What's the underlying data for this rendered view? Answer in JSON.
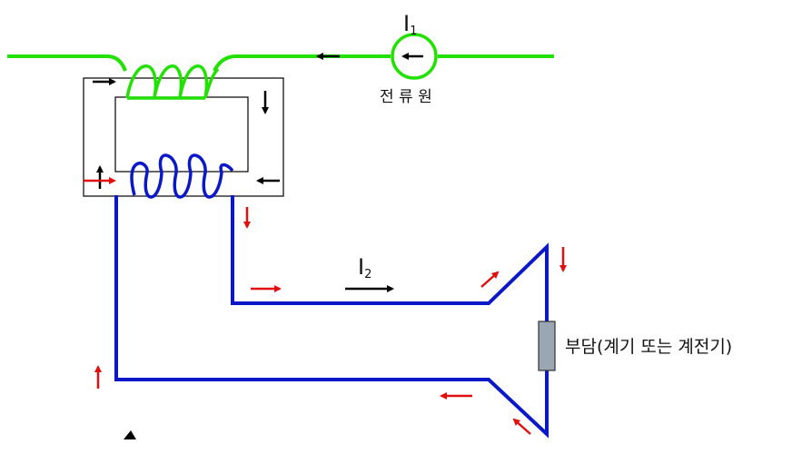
{
  "labels": {
    "source_current": "I",
    "source_current_sub": "1",
    "source_name": "전 류 원",
    "secondary_current": "I",
    "secondary_current_sub": "2",
    "burden": "부담(계기 또는 계전기)"
  },
  "colors": {
    "primary_wire": "#22e000",
    "secondary_wire": "#0a18c8",
    "arrow_black": "#000000",
    "arrow_red": "#e01010",
    "core_outline": "#000000",
    "burden_fill": "#9aa6b2"
  }
}
